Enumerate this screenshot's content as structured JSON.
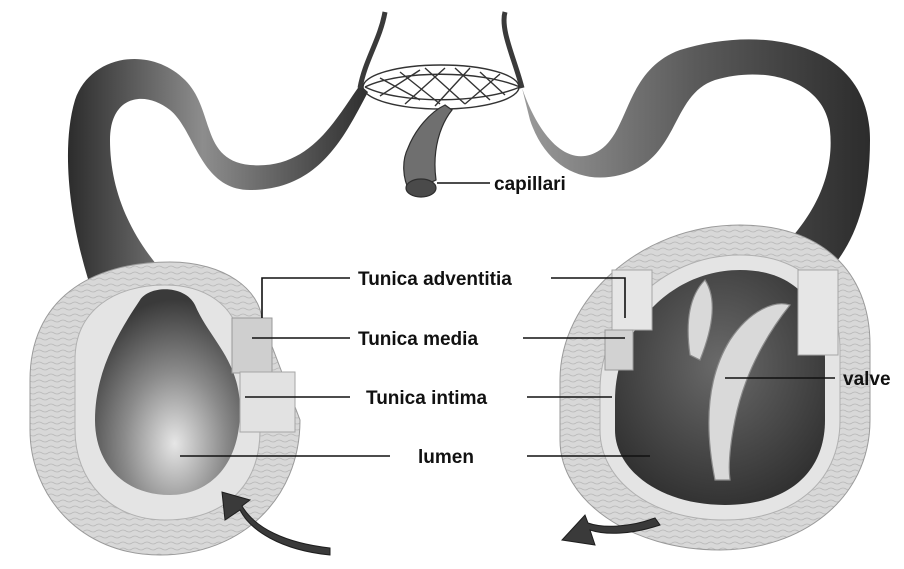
{
  "labels": {
    "capillari": "capillari",
    "tunica_adventitia": "Tunica adventitia",
    "tunica_media": "Tunica media",
    "tunica_intima": "Tunica intima",
    "lumen": "lumen",
    "valve": "valve"
  },
  "colors": {
    "background": "#ffffff",
    "vessel_dark": "#3a3a3a",
    "vessel_mid": "#8a8a8a",
    "wall_light": "#d6d6d6",
    "leader_line": "#111111"
  }
}
